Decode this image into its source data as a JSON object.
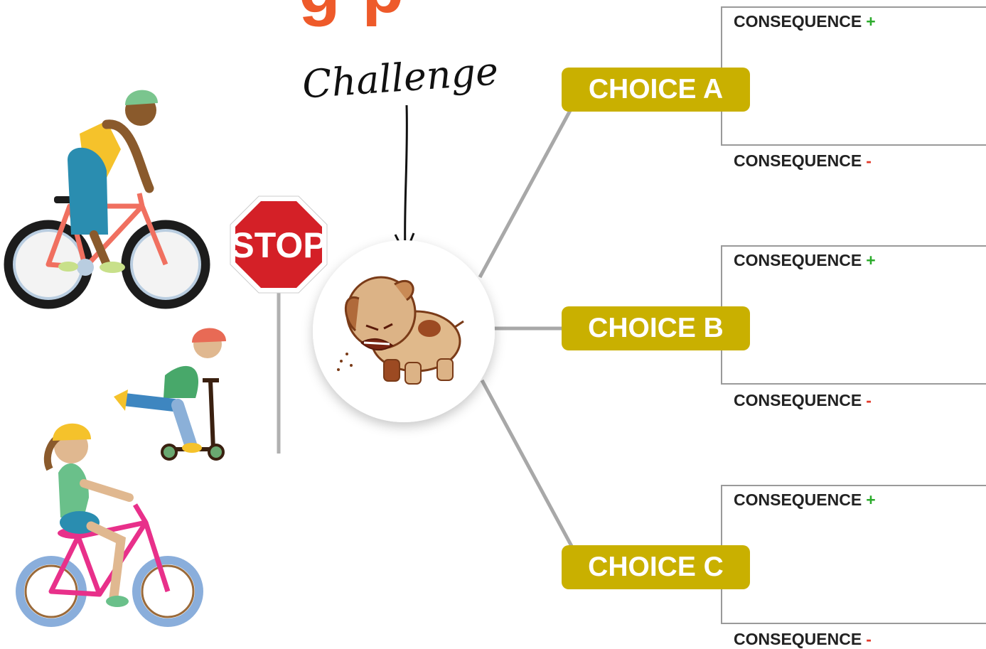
{
  "title_fragment": "g p",
  "challenge_label": "Challenge",
  "stop_sign": "STOP",
  "choices": [
    {
      "label": "CHOICE A",
      "plus": "CONSEQUENCE",
      "minus": "CONSEQUENCE"
    },
    {
      "label": "CHOICE B",
      "plus": "CONSEQUENCE",
      "minus": "CONSEQUENCE"
    },
    {
      "label": "CHOICE C",
      "plus": "CONSEQUENCE",
      "minus": "CONSEQUENCE"
    }
  ],
  "plus_sign": "+",
  "minus_sign": "-",
  "colors": {
    "choice": "#c9b000",
    "title": "#ee5a2a",
    "plus": "#2cab2c",
    "minus": "#e23a2a",
    "stop": "#d42027"
  }
}
